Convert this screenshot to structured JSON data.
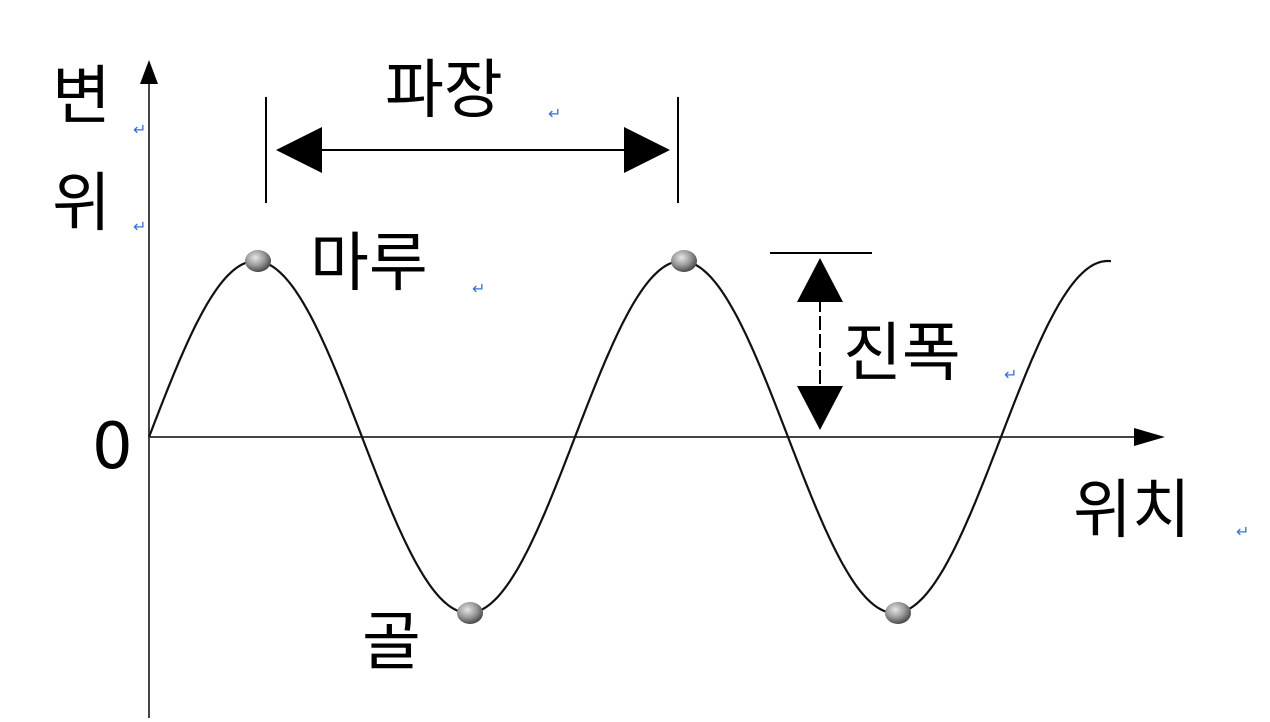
{
  "labels": {
    "wavelength": "파장",
    "displacement": "변위",
    "crest": "마루",
    "trough": "골",
    "amplitude": "진폭",
    "position": "위치",
    "origin": "0"
  },
  "paragraph_mark": "↵",
  "colors": {
    "line": "#000000",
    "axis": "#444444",
    "mark": "#3a6fd8",
    "ball_light": "#dddddd",
    "ball_dark": "#555555"
  }
}
